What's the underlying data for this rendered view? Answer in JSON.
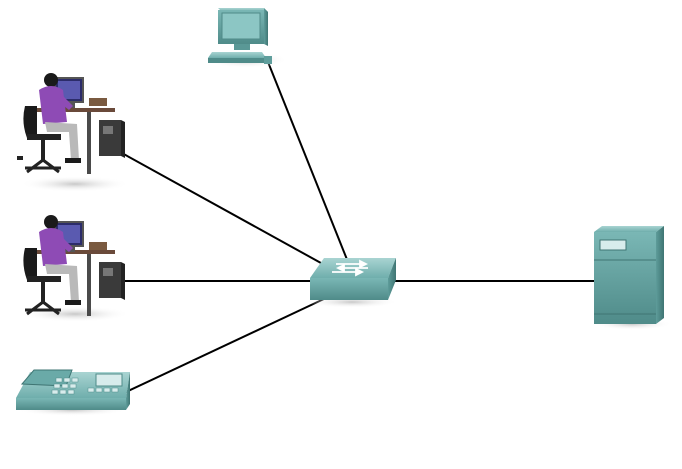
{
  "diagram": {
    "nodes": [
      {
        "id": "pc",
        "kind": "desktop-computer",
        "icon": "desktop-computer-icon"
      },
      {
        "id": "user1",
        "kind": "workstation-with-user",
        "icon": "user-workstation-icon"
      },
      {
        "id": "user2",
        "kind": "workstation-with-user",
        "icon": "user-workstation-icon"
      },
      {
        "id": "phone",
        "kind": "ip-phone",
        "icon": "ip-phone-icon"
      },
      {
        "id": "switch",
        "kind": "network-switch",
        "icon": "switch-icon"
      },
      {
        "id": "server",
        "kind": "server",
        "icon": "server-icon"
      }
    ],
    "links": [
      {
        "from": "pc",
        "to": "switch"
      },
      {
        "from": "user1",
        "to": "switch"
      },
      {
        "from": "user2",
        "to": "switch"
      },
      {
        "from": "phone",
        "to": "switch"
      },
      {
        "from": "switch",
        "to": "server"
      }
    ],
    "colors": {
      "device_teal": "#5f9e9c",
      "device_teal_light": "#8cc3c1",
      "device_teal_dark": "#3f7573",
      "link": "#000000",
      "user_shirt": "#8e4bb5",
      "chair": "#1a1a1a",
      "desk": "#6a4a3a"
    }
  }
}
